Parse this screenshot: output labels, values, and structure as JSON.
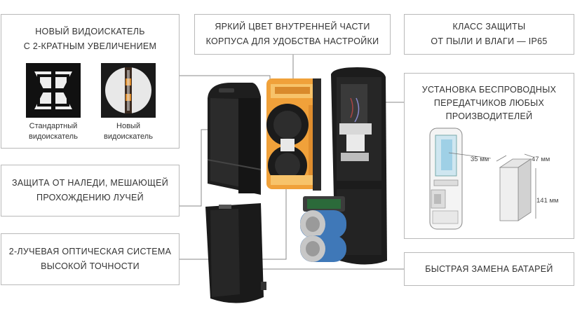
{
  "viewfinder": {
    "title_line1": "НОВЫЙ ВИДОИСКАТЕЛЬ",
    "title_line2": "С 2-КРАТНЫМ УВЕЛИЧЕНИЕМ",
    "standard_caption_line1": "Стандартный",
    "standard_caption_line2": "видоискатель",
    "new_caption_line1": "Новый",
    "new_caption_line2": "видоискатель"
  },
  "bright_color": {
    "line1": "ЯРКИЙ ЦВЕТ ВНУТРЕННЕЙ ЧАСТИ",
    "line2": "КОРПУСА ДЛЯ УДОБСТВА НАСТРОЙКИ"
  },
  "protection_class": {
    "line1": "КЛАСС ЗАЩИТЫ",
    "line2": "ОТ ПЫЛИ И ВЛАГИ — IP65"
  },
  "wireless": {
    "line1": "УСТАНОВКА БЕСПРОВОДНЫХ",
    "line2": "ПЕРЕДАТЧИКОВ ЛЮБЫХ",
    "line3": "ПРОИЗВОДИТЕЛЕЙ",
    "dim_width": "35 мм",
    "dim_depth": "47 мм",
    "dim_height": "141 мм"
  },
  "ice_protection": {
    "line1": "ЗАЩИТА ОТ НАЛЕДИ, МЕШАЮЩЕЙ",
    "line2": "ПРОХОЖДЕНИЮ ЛУЧЕЙ"
  },
  "optical": {
    "line1": "2-ЛУЧЕВАЯ ОПТИЧЕСКАЯ СИСТЕМА",
    "line2": "ВЫСОКОЙ ТОЧНОСТИ"
  },
  "battery": {
    "line1": "БЫСТРАЯ ЗАМЕНА БАТАРЕЙ"
  }
}
